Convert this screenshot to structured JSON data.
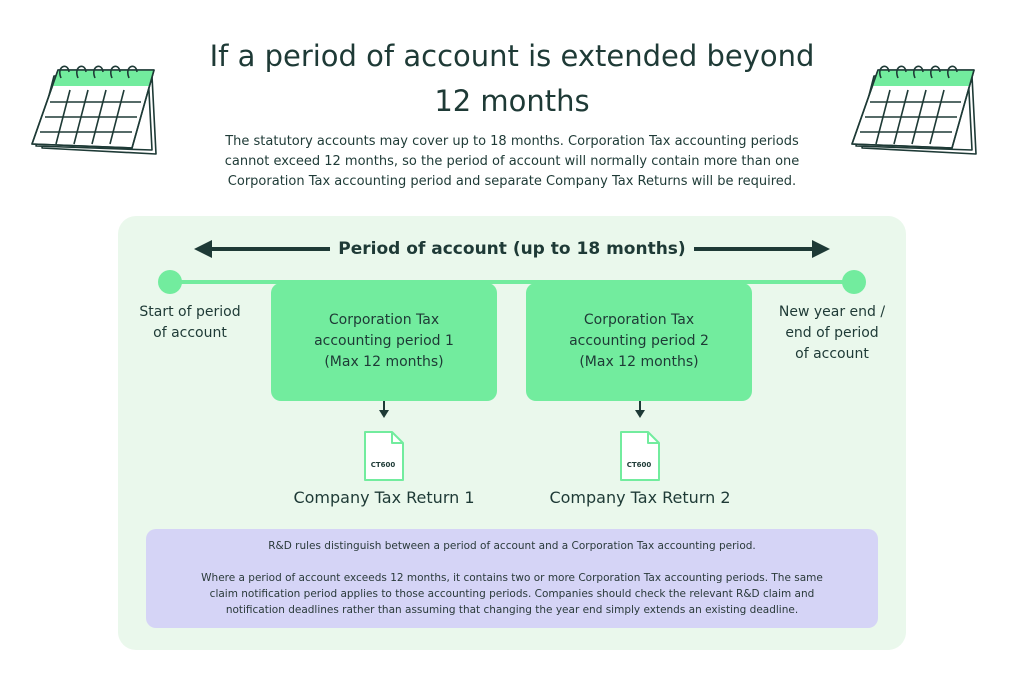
{
  "title": {
    "line1": "If a period of account is extended beyond",
    "line2": "12 months"
  },
  "intro": {
    "line1": "The statutory accounts may cover up to 18 months. Corporation Tax accounting periods",
    "line2": "cannot exceed 12 months, so the period of account will normally contain more than one",
    "line3": "Corporation Tax accounting period and separate Company Tax Returns will be required."
  },
  "diagram": {
    "period_of_account_label": "Period of account (up to 18 months)",
    "start_label": {
      "line1": "Start of period",
      "line2": "of account"
    },
    "end_label": {
      "line1": "New year end /",
      "line2": "end of period",
      "line3": "of account"
    },
    "accounting_periods": [
      {
        "line1": "Corporation Tax",
        "line2": "accounting period 1",
        "line3": "(Max 12 months)",
        "doc_tag": "CT600",
        "return_label": "Company Tax Return 1"
      },
      {
        "line1": "Corporation Tax",
        "line2": "accounting period 2",
        "line3": "(Max 12 months)",
        "doc_tag": "CT600",
        "return_label": "Company Tax Return 2"
      }
    ]
  },
  "note": {
    "para1": "R&D rules distinguish between a period of account and a Corporation Tax accounting period.",
    "para2_line1": "Where a period of account exceeds 12 months, it contains two or more Corporation Tax accounting periods. The same",
    "para2_line2": "claim notification period applies to those accounting periods. Companies should check the relevant R&D claim and",
    "para2_line3": "notification deadlines rather than assuming that changing the year end simply extends an existing deadline."
  },
  "icons": {
    "left_calendar": "calendar-icon",
    "right_calendar": "calendar-icon",
    "document": "document-icon"
  },
  "colors": {
    "dark": "#1e3a36",
    "green": "#72ec9e",
    "panel": "#eaf8ec",
    "note": "#d5d4f6"
  }
}
